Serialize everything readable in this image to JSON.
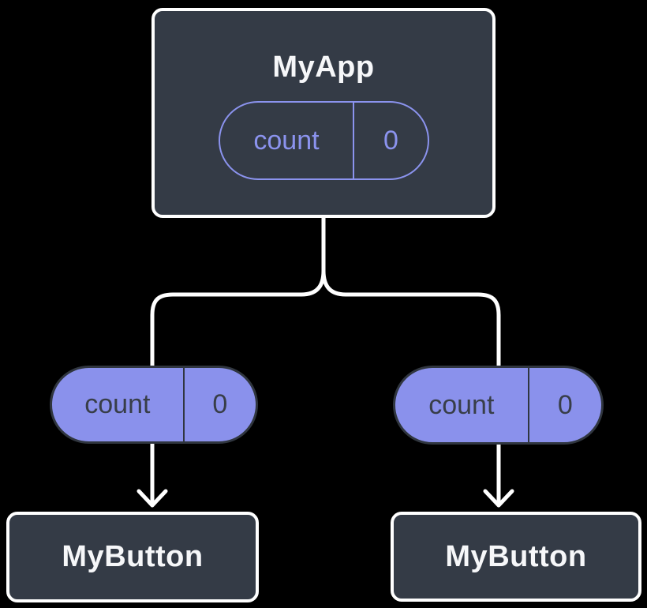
{
  "colors": {
    "background": "#000000",
    "card-bg": "#343B46",
    "card-border": "#FFFFFF",
    "card-text": "#F6F7F9",
    "purple-outline": "#8B93EE",
    "purple-fill": "#8A91EC",
    "pill-dark-stroke": "#30363F",
    "pill-dark-text": "#383E48",
    "line": "#FFFFFF"
  },
  "nodes": {
    "root": {
      "title": "MyApp",
      "state": {
        "name": "count",
        "value": "0"
      }
    },
    "left_prop": {
      "name": "count",
      "value": "0"
    },
    "right_prop": {
      "name": "count",
      "value": "0"
    },
    "left_child": {
      "title": "MyButton"
    },
    "right_child": {
      "title": "MyButton"
    }
  }
}
